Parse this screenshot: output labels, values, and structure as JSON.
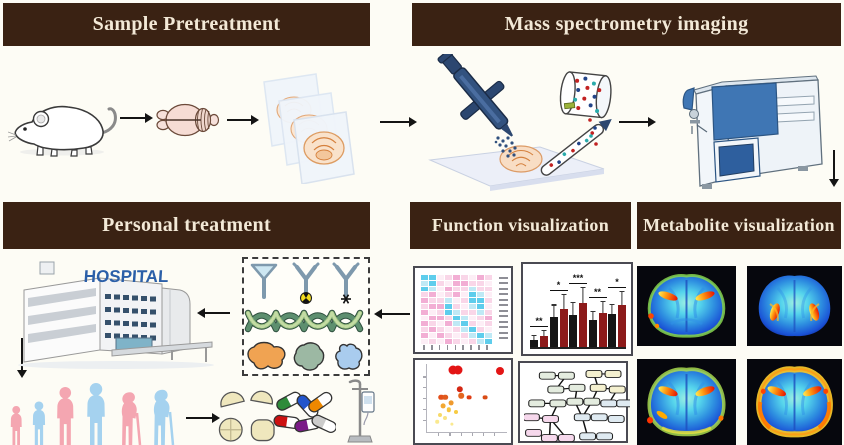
{
  "canvas": {
    "bg": "#fdfcf5"
  },
  "header_style": {
    "bg": "#3a2213",
    "fg": "#f3e9d7"
  },
  "panels": {
    "sample_pretreatment": {
      "title": "Sample Pretreatment"
    },
    "mass_spec_imaging": {
      "title": "Mass spectrometry imaging"
    },
    "personal_treatment": {
      "title": "Personal treatment",
      "hospital_sign": "HOSPITAL"
    },
    "function_visualization": {
      "title": "Function visualization"
    },
    "metabolite_visualization": {
      "title": "Metabolite visualization"
    }
  },
  "chart_data": [
    {
      "id": "heatmap",
      "type": "heatmap",
      "rows": 12,
      "cols": 9,
      "palette": [
        "#ffffff",
        "#fdeef6",
        "#f9d6e8",
        "#f2aed4",
        "#bfe9f5",
        "#5ecdec"
      ],
      "grid": [
        [
          5,
          5,
          1,
          2,
          3,
          2,
          1,
          3,
          2
        ],
        [
          4,
          5,
          2,
          1,
          3,
          3,
          2,
          2,
          1
        ],
        [
          5,
          4,
          1,
          3,
          2,
          2,
          4,
          2,
          2
        ],
        [
          2,
          3,
          1,
          2,
          3,
          1,
          5,
          4,
          1
        ],
        [
          3,
          2,
          2,
          4,
          1,
          2,
          5,
          5,
          2
        ],
        [
          2,
          3,
          3,
          5,
          2,
          1,
          4,
          5,
          1
        ],
        [
          3,
          1,
          2,
          5,
          4,
          2,
          2,
          4,
          2
        ],
        [
          1,
          3,
          3,
          2,
          5,
          4,
          1,
          2,
          3
        ],
        [
          3,
          2,
          1,
          3,
          4,
          5,
          2,
          1,
          2
        ],
        [
          2,
          3,
          2,
          1,
          2,
          4,
          5,
          2,
          1
        ],
        [
          3,
          1,
          3,
          2,
          1,
          2,
          4,
          5,
          4
        ],
        [
          1,
          2,
          1,
          3,
          2,
          1,
          2,
          4,
          5
        ]
      ]
    },
    {
      "id": "grouped-bars",
      "type": "bar",
      "groups": 5,
      "series": [
        {
          "name": "black-series",
          "color": "#151515",
          "values": [
            0.1,
            0.42,
            0.45,
            0.37,
            0.46
          ],
          "errors": [
            0.07,
            0.17,
            0.17,
            0.13,
            0.14
          ]
        },
        {
          "name": "darkred-series",
          "color": "#8c1a1a",
          "values": [
            0.15,
            0.53,
            0.61,
            0.47,
            0.58
          ],
          "errors": [
            0.09,
            0.21,
            0.22,
            0.17,
            0.2
          ]
        }
      ],
      "significance": [
        "**",
        "*",
        "***",
        "**",
        "*"
      ]
    },
    {
      "id": "enrichment-scatter",
      "type": "scatter",
      "points": [
        [
          0.32,
          0.91,
          4.5,
          "#e31515"
        ],
        [
          0.39,
          0.91,
          4.5,
          "#e31515"
        ],
        [
          0.91,
          0.9,
          4.0,
          "#e31515"
        ],
        [
          0.41,
          0.63,
          3.2,
          "#d42814"
        ],
        [
          0.18,
          0.51,
          2.8,
          "#e34f1a"
        ],
        [
          0.23,
          0.51,
          2.8,
          "#e05a1d"
        ],
        [
          0.43,
          0.53,
          2.8,
          "#e3661f"
        ],
        [
          0.53,
          0.51,
          2.4,
          "#df3d14"
        ],
        [
          0.73,
          0.51,
          2.4,
          "#d94c16"
        ],
        [
          0.3,
          0.43,
          2.4,
          "#ef9a2e"
        ],
        [
          0.2,
          0.38,
          2.4,
          "#f3a832"
        ],
        [
          0.27,
          0.33,
          2.2,
          "#f6c33e"
        ],
        [
          0.36,
          0.3,
          2.0,
          "#f7cb42"
        ],
        [
          0.16,
          0.25,
          2.0,
          "#f7d969"
        ],
        [
          0.23,
          0.2,
          2.0,
          "#f9e384"
        ],
        [
          0.13,
          0.15,
          1.8,
          "#fae98f"
        ],
        [
          0.31,
          0.12,
          1.6,
          "#fae98f"
        ]
      ]
    },
    {
      "id": "pathway-network",
      "type": "network",
      "node_colors": {
        "y": "#f4f0cf",
        "g": "#e4ecdf",
        "b": "#dfeaf1",
        "p": "#f6d8ec"
      },
      "nodes": [
        [
          "g",
          22,
          10
        ],
        [
          "g",
          40,
          10
        ],
        [
          "y",
          66,
          8
        ],
        [
          "y",
          84,
          8
        ],
        [
          "g",
          30,
          26
        ],
        [
          "g",
          50,
          24
        ],
        [
          "y",
          70,
          24
        ],
        [
          "y",
          88,
          26
        ],
        [
          "g",
          12,
          42
        ],
        [
          "g",
          32,
          42
        ],
        [
          "g",
          48,
          40
        ],
        [
          "g",
          64,
          40
        ],
        [
          "b",
          80,
          42
        ],
        [
          "b",
          95,
          42
        ],
        [
          "p",
          7,
          58
        ],
        [
          "p",
          25,
          60
        ],
        [
          "b",
          55,
          58
        ],
        [
          "b",
          71,
          58
        ],
        [
          "b",
          87,
          60
        ],
        [
          "p",
          9,
          76
        ],
        [
          "p",
          24,
          82
        ],
        [
          "p",
          40,
          82
        ],
        [
          "b",
          60,
          80
        ],
        [
          "b",
          76,
          80
        ]
      ],
      "edges": [
        [
          0,
          1
        ],
        [
          2,
          3
        ],
        [
          1,
          4
        ],
        [
          4,
          5
        ],
        [
          5,
          10
        ],
        [
          2,
          6
        ],
        [
          6,
          11
        ],
        [
          6,
          7
        ],
        [
          7,
          12
        ],
        [
          8,
          9
        ],
        [
          9,
          10
        ],
        [
          10,
          11
        ],
        [
          11,
          12
        ],
        [
          12,
          13
        ],
        [
          9,
          15
        ],
        [
          10,
          16
        ],
        [
          11,
          16
        ],
        [
          14,
          15
        ],
        [
          15,
          20
        ],
        [
          15,
          21
        ],
        [
          16,
          17
        ],
        [
          17,
          18
        ],
        [
          16,
          22
        ],
        [
          19,
          20
        ],
        [
          20,
          21
        ],
        [
          22,
          23
        ]
      ]
    }
  ],
  "people_colors": {
    "pink": "#f4a6b1",
    "blue": "#a5d2ef"
  }
}
